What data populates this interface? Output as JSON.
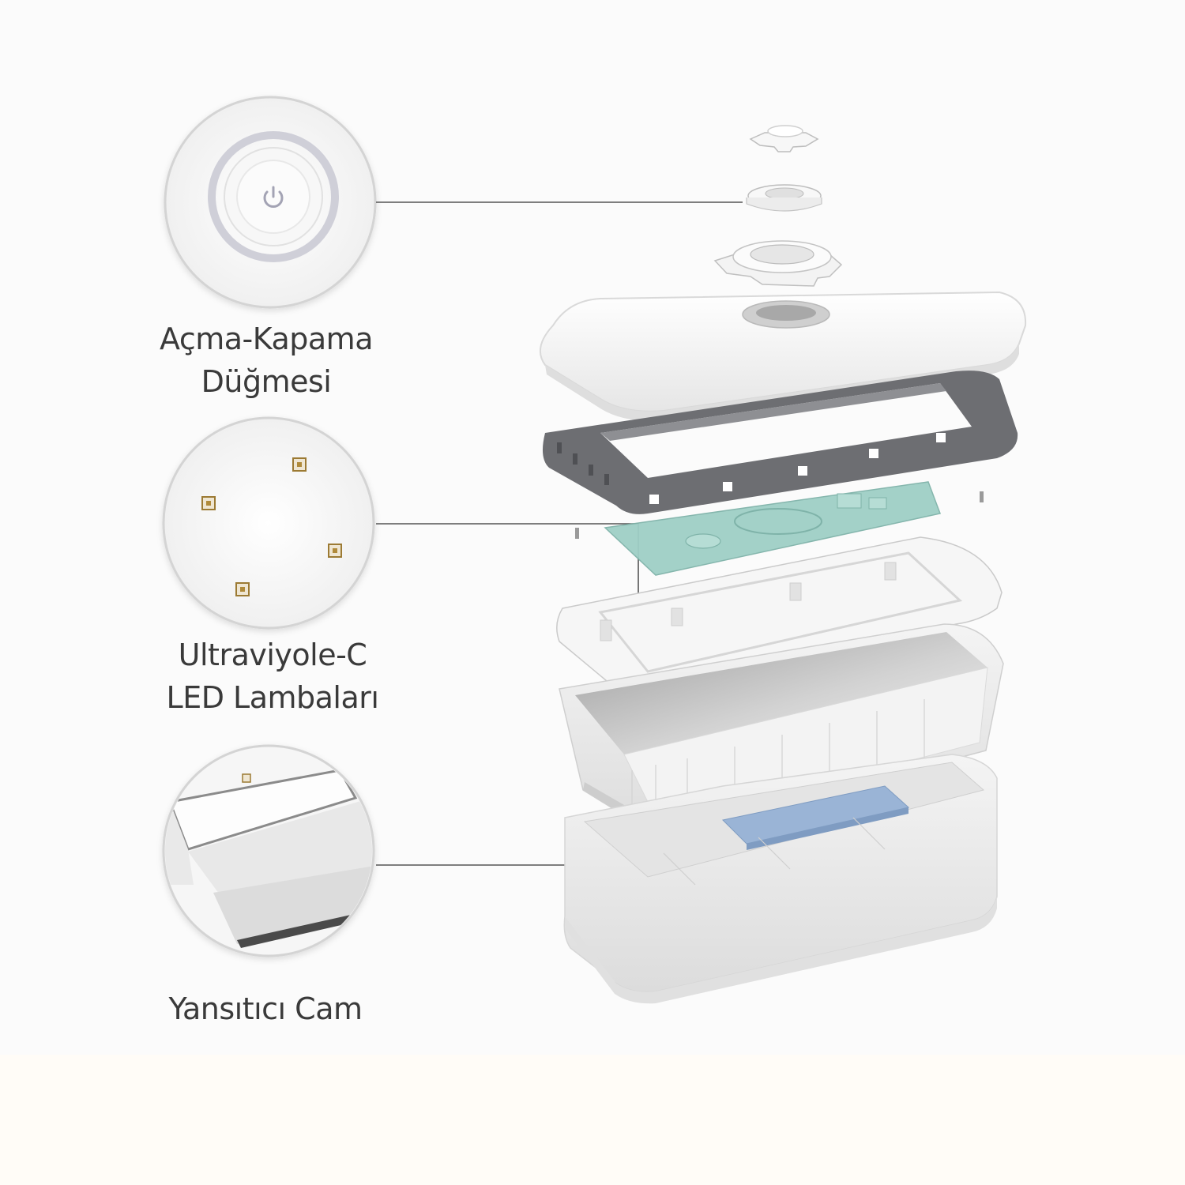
{
  "labels": {
    "power_button": [
      "Açma-Kapama",
      "Düğmesi"
    ],
    "uvc_leds": [
      "Ultraviyole-C",
      "LED Lambaları"
    ],
    "reflective_glass": [
      "Yansıtıcı Cam"
    ]
  },
  "colors": {
    "text": "#3a3a3a",
    "leader_line": "#555555",
    "frame_gray": "#6d6e72",
    "pcb_teal": "#9fcfc6",
    "battery_blue": "#9ab4d6",
    "led_amber": "#b08a3a",
    "power_ring": "#c9c9d1"
  },
  "icons": [
    "power-icon",
    "led-chip-icon"
  ]
}
